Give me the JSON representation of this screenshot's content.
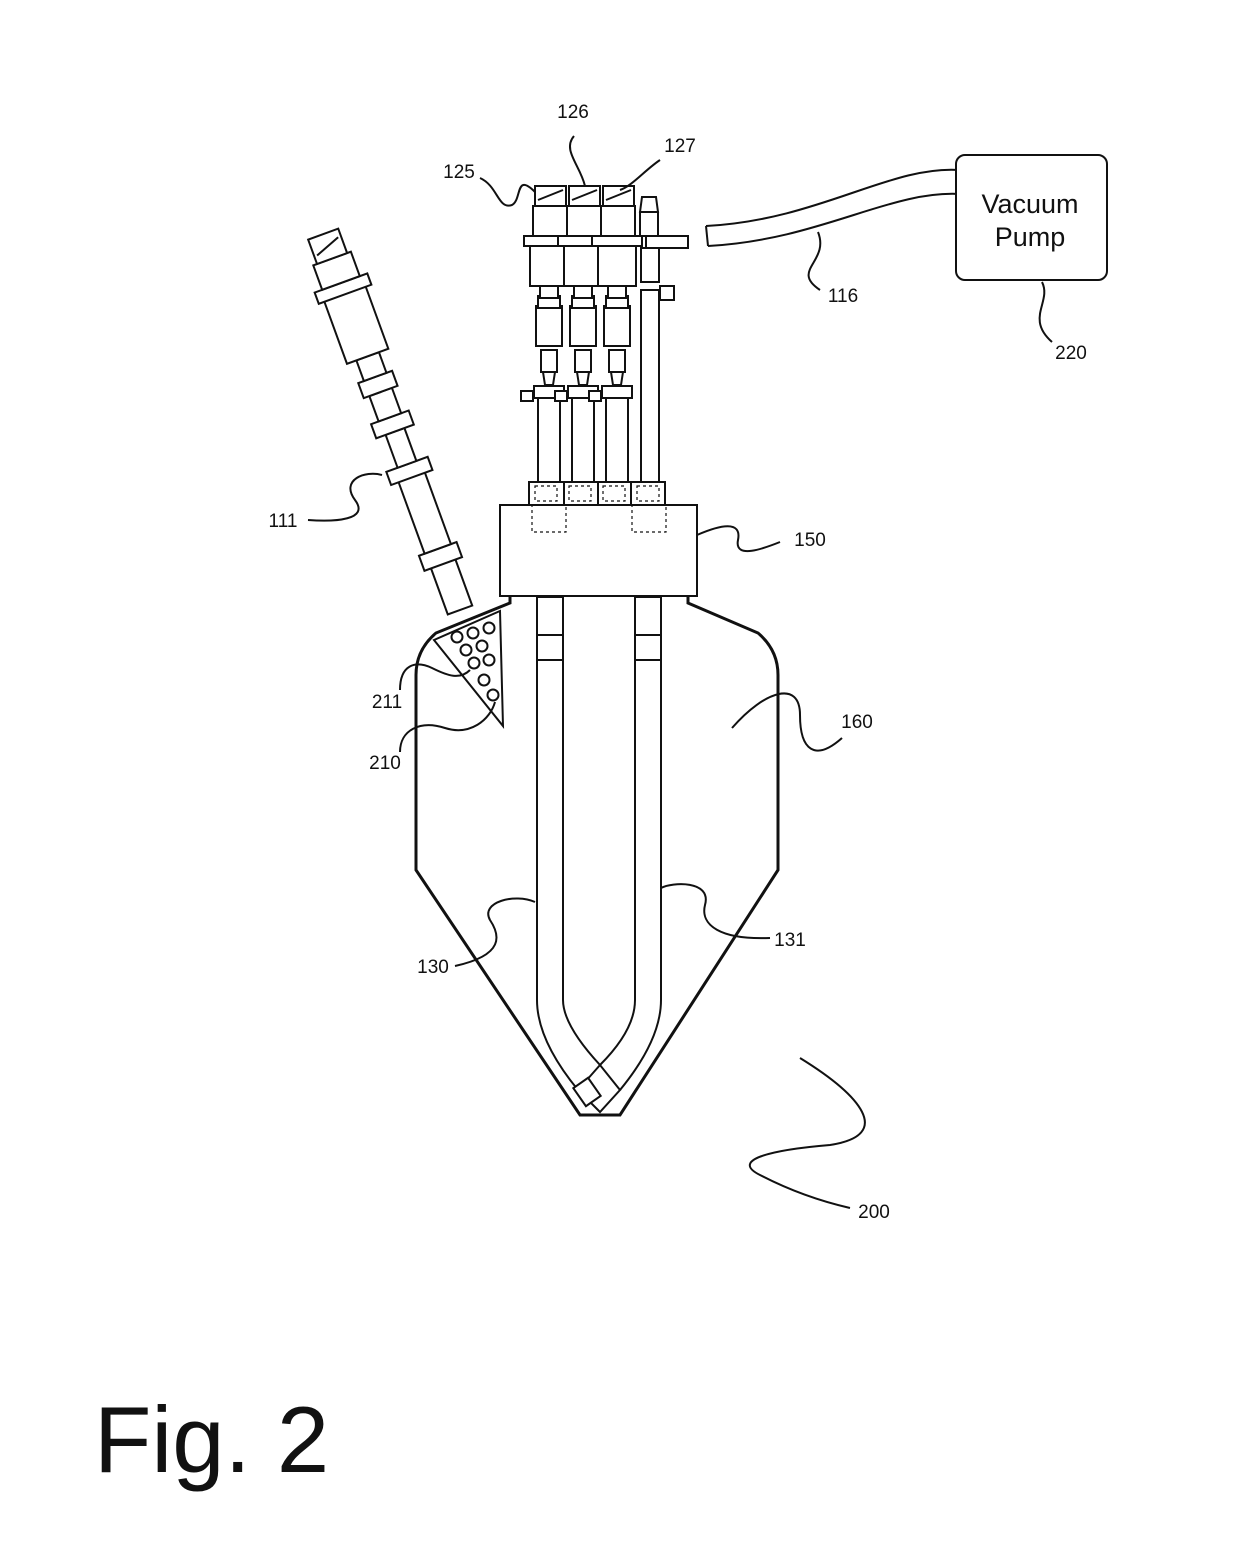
{
  "figure": {
    "label": "Fig. 2"
  },
  "pump_box": {
    "line1": "Vacuum",
    "line2": "Pump"
  },
  "refs": {
    "r111": "111",
    "r116": "116",
    "r125": "125",
    "r126": "126",
    "r127": "127",
    "r130": "130",
    "r131": "131",
    "r150": "150",
    "r160": "160",
    "r200": "200",
    "r210": "210",
    "r211": "211",
    "r220": "220"
  },
  "colors": {
    "ink": "#111111",
    "paper": "#ffffff"
  }
}
